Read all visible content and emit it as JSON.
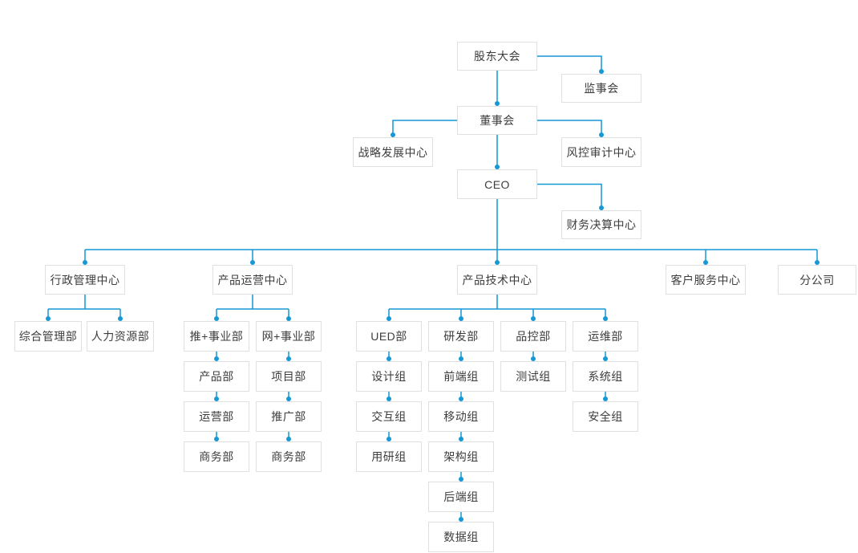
{
  "diagram": {
    "type": "organization-chart",
    "colors": {
      "line": "#1598d3",
      "dot": "#1598d3",
      "box_border": "#e0e0e0",
      "box_bg": "#ffffff",
      "text": "#3d3d3d",
      "page_bg": "#ffffff"
    },
    "nodes": [
      {
        "id": "shareholders-meeting",
        "label": "股东大会"
      },
      {
        "id": "supervisory-board",
        "label": "监事会"
      },
      {
        "id": "board-of-directors",
        "label": "董事会"
      },
      {
        "id": "strategy-development-center",
        "label": "战略发展中心"
      },
      {
        "id": "risk-audit-center",
        "label": "风控审计中心"
      },
      {
        "id": "ceo",
        "label": "CEO"
      },
      {
        "id": "finance-settlement-center",
        "label": "财务决算中心"
      },
      {
        "id": "admin-center",
        "label": "行政管理中心"
      },
      {
        "id": "general-management-dept",
        "label": "综合管理部"
      },
      {
        "id": "hr-dept",
        "label": "人力资源部"
      },
      {
        "id": "product-operation-center",
        "label": "产品运营中心"
      },
      {
        "id": "tui-business-unit",
        "label": "推+事业部"
      },
      {
        "id": "wang-business-unit",
        "label": "网+事业部"
      },
      {
        "id": "product-dept",
        "label": "产品部"
      },
      {
        "id": "project-dept",
        "label": "项目部"
      },
      {
        "id": "operation-dept",
        "label": "运营部"
      },
      {
        "id": "promotion-dept",
        "label": "推广部"
      },
      {
        "id": "business-dept-1",
        "label": "商务部"
      },
      {
        "id": "business-dept-2",
        "label": "商务部"
      },
      {
        "id": "product-tech-center",
        "label": "产品技术中心"
      },
      {
        "id": "ued-dept",
        "label": "UED部"
      },
      {
        "id": "rd-dept",
        "label": "研发部"
      },
      {
        "id": "qc-dept",
        "label": "品控部"
      },
      {
        "id": "om-dept",
        "label": "运维部"
      },
      {
        "id": "design-group",
        "label": "设计组"
      },
      {
        "id": "frontend-group",
        "label": "前端组"
      },
      {
        "id": "test-group",
        "label": "测试组"
      },
      {
        "id": "system-group",
        "label": "系统组"
      },
      {
        "id": "interaction-group",
        "label": "交互组"
      },
      {
        "id": "mobile-group",
        "label": "移动组"
      },
      {
        "id": "security-group",
        "label": "安全组"
      },
      {
        "id": "research-group",
        "label": "用研组"
      },
      {
        "id": "architecture-group",
        "label": "架构组"
      },
      {
        "id": "backend-group",
        "label": "后端组"
      },
      {
        "id": "data-group",
        "label": "数据组"
      },
      {
        "id": "customer-service-center",
        "label": "客户服务中心"
      },
      {
        "id": "branch-company",
        "label": "分公司"
      }
    ],
    "edges": [
      {
        "from": "shareholders-meeting",
        "to": "supervisory-board"
      },
      {
        "from": "shareholders-meeting",
        "to": "board-of-directors"
      },
      {
        "from": "board-of-directors",
        "to": "strategy-development-center"
      },
      {
        "from": "board-of-directors",
        "to": "risk-audit-center"
      },
      {
        "from": "board-of-directors",
        "to": "ceo"
      },
      {
        "from": "ceo",
        "to": "finance-settlement-center"
      },
      {
        "from": "ceo",
        "to": "admin-center"
      },
      {
        "from": "ceo",
        "to": "product-operation-center"
      },
      {
        "from": "ceo",
        "to": "product-tech-center"
      },
      {
        "from": "ceo",
        "to": "customer-service-center"
      },
      {
        "from": "ceo",
        "to": "branch-company"
      },
      {
        "from": "admin-center",
        "to": "general-management-dept"
      },
      {
        "from": "admin-center",
        "to": "hr-dept"
      },
      {
        "from": "product-operation-center",
        "to": "tui-business-unit"
      },
      {
        "from": "product-operation-center",
        "to": "wang-business-unit"
      },
      {
        "from": "tui-business-unit",
        "to": "product-dept"
      },
      {
        "from": "product-dept",
        "to": "operation-dept"
      },
      {
        "from": "operation-dept",
        "to": "business-dept-1"
      },
      {
        "from": "wang-business-unit",
        "to": "project-dept"
      },
      {
        "from": "project-dept",
        "to": "promotion-dept"
      },
      {
        "from": "promotion-dept",
        "to": "business-dept-2"
      },
      {
        "from": "product-tech-center",
        "to": "ued-dept"
      },
      {
        "from": "product-tech-center",
        "to": "rd-dept"
      },
      {
        "from": "product-tech-center",
        "to": "qc-dept"
      },
      {
        "from": "product-tech-center",
        "to": "om-dept"
      },
      {
        "from": "ued-dept",
        "to": "design-group"
      },
      {
        "from": "design-group",
        "to": "interaction-group"
      },
      {
        "from": "interaction-group",
        "to": "research-group"
      },
      {
        "from": "rd-dept",
        "to": "frontend-group"
      },
      {
        "from": "frontend-group",
        "to": "mobile-group"
      },
      {
        "from": "mobile-group",
        "to": "architecture-group"
      },
      {
        "from": "architecture-group",
        "to": "backend-group"
      },
      {
        "from": "backend-group",
        "to": "data-group"
      },
      {
        "from": "qc-dept",
        "to": "test-group"
      },
      {
        "from": "om-dept",
        "to": "system-group"
      },
      {
        "from": "system-group",
        "to": "security-group"
      }
    ]
  }
}
